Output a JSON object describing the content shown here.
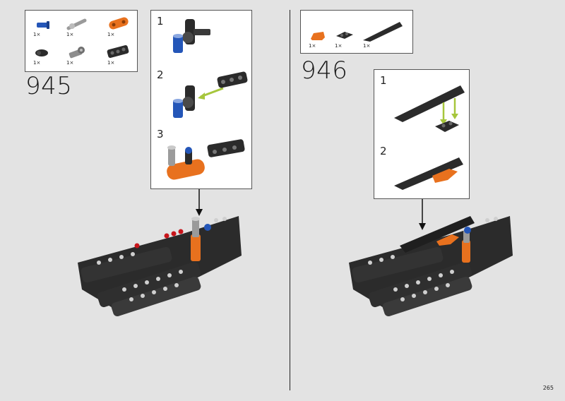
{
  "page": {
    "number": "265"
  },
  "left": {
    "step": "945",
    "parts": [
      {
        "qty": "1×",
        "icon": "blue-axle-pin-icon"
      },
      {
        "qty": "1×",
        "icon": "grey-axle-icon"
      },
      {
        "qty": "1×",
        "icon": "orange-beam-icon"
      },
      {
        "qty": "1×",
        "icon": "black-pin-icon"
      },
      {
        "qty": "1×",
        "icon": "grey-connector-icon"
      },
      {
        "qty": "1×",
        "icon": "black-beam-icon"
      }
    ],
    "substeps": [
      "1",
      "2",
      "3"
    ]
  },
  "right": {
    "step": "946",
    "parts": [
      {
        "qty": "1×",
        "icon": "orange-slope-tile-icon"
      },
      {
        "qty": "1×",
        "icon": "black-plate-icon"
      },
      {
        "qty": "1×",
        "icon": "black-wedge-icon"
      }
    ],
    "substeps": [
      "1",
      "2"
    ]
  },
  "colors": {
    "background": "#e3e3e3",
    "black_part": "#2b2b2b",
    "orange": "#e8711e",
    "blue": "#2456b8",
    "arrow_green": "#a6c63c"
  }
}
